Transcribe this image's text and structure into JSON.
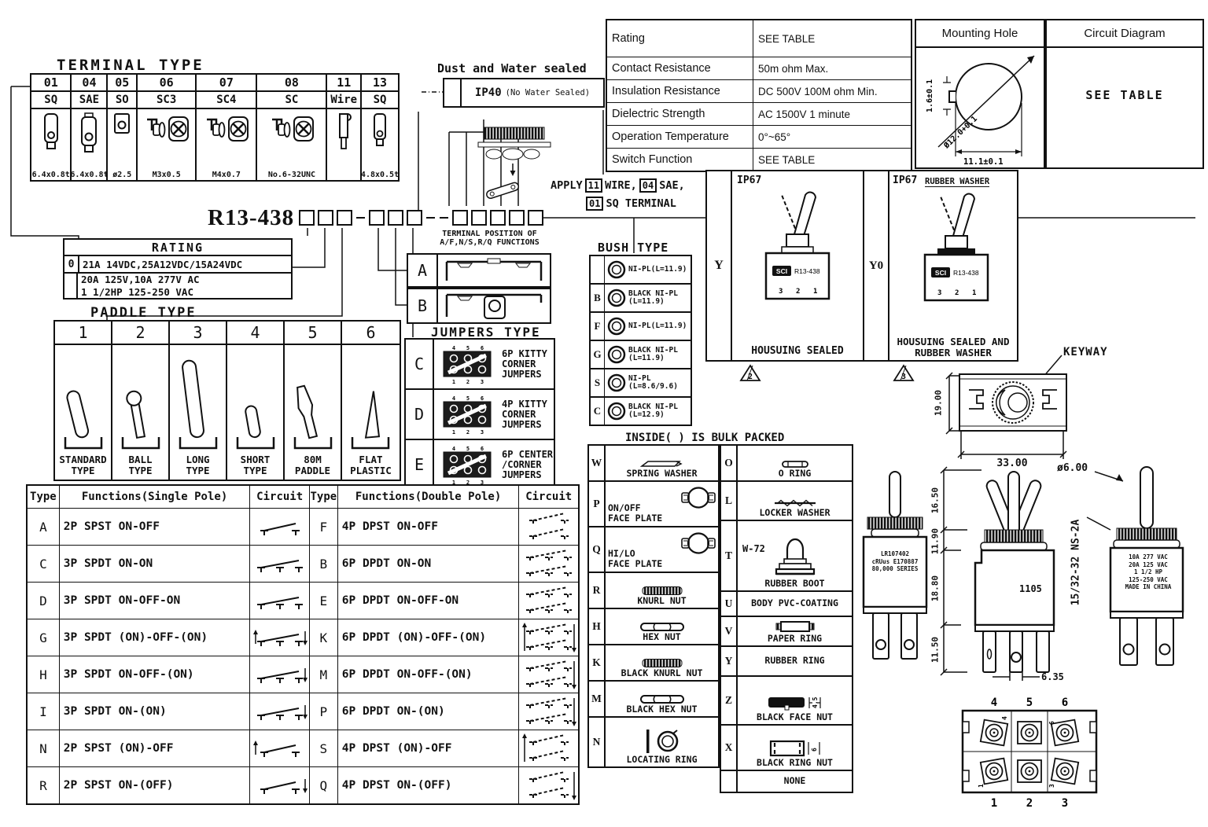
{
  "terminal_type": {
    "title": "TERMINAL TYPE",
    "columns": [
      {
        "code": "01",
        "name": "SQ",
        "dim": "6.4x0.8t",
        "icon": "blade"
      },
      {
        "code": "04",
        "name": "SAE",
        "dim": "6.4x0.8t",
        "icon": "blade-notch"
      },
      {
        "code": "05",
        "name": "SO",
        "dim": "ø2.5",
        "icon": "lug"
      },
      {
        "code": "06",
        "name": "SC3",
        "dim": "M3x0.5",
        "icon": "screw"
      },
      {
        "code": "07",
        "name": "SC4",
        "dim": "M4x0.7",
        "icon": "screw"
      },
      {
        "code": "08",
        "name": "SC",
        "dim": "No.6-32UNC",
        "icon": "screw"
      },
      {
        "code": "11",
        "name": "Wire",
        "dim": "",
        "icon": "wire"
      },
      {
        "code": "13",
        "name": "SQ",
        "dim": "4.8x0.5t",
        "icon": "blade-small"
      }
    ]
  },
  "sealed_header": {
    "title": "Dust and Water sealed",
    "ip_label": "IP40",
    "ip_note": "(No Water Sealed)"
  },
  "apply_note": {
    "prefix": "APPLY",
    "code1": "11",
    "text1": "WIRE,",
    "code2": "04",
    "text2": "SAE,",
    "code3": "01",
    "text3": "SQ TERMINAL"
  },
  "spec_table": {
    "rows": [
      {
        "label": "Rating",
        "value": "SEE TABLE"
      },
      {
        "label": "Contact Resistance",
        "value": "50m ohm Max."
      },
      {
        "label": "Insulation Resistance",
        "value": "DC 500V 100M ohm Min."
      },
      {
        "label": "Dielectric Strength",
        "value": "AC 1500V 1 minute"
      },
      {
        "label": "Operation Temperature",
        "value": "0°~65°"
      },
      {
        "label": "Switch Function",
        "value": "SEE TABLE"
      }
    ]
  },
  "mounting_hole": {
    "title": "Mounting Hole",
    "dim_notch": "1.6±0.1",
    "dim_dia": "Ø12.0+0.1",
    "dim_width": "11.1±0.1"
  },
  "circuit_diagram": {
    "title": "Circuit Diagram",
    "value": "SEE TABLE"
  },
  "part_number": {
    "prefix": "R13-438"
  },
  "rating_box": {
    "title": "RATING",
    "code": "0",
    "line1": "21A 14VDC,25A12VDC/15A24VDC",
    "line2": "20A 125V,10A 277V AC",
    "line3": "1 1/2HP 125-250 VAC"
  },
  "paddle_type": {
    "title": "PADDLE TYPE",
    "items": [
      {
        "num": "1",
        "label": "STANDARD\nTYPE"
      },
      {
        "num": "2",
        "label": "BALL\nTYPE"
      },
      {
        "num": "3",
        "label": "LONG\nTYPE"
      },
      {
        "num": "4",
        "label": "SHORT\nTYPE"
      },
      {
        "num": "5",
        "label": "80M\nPADDLE"
      },
      {
        "num": "6",
        "label": "FLAT\nPLASTIC"
      }
    ]
  },
  "terminal_position": {
    "title1": "TERMINAL POSITION OF",
    "title2": "A/F,N/S,R/Q FUNCTIONS",
    "rows": [
      "A",
      "B"
    ]
  },
  "jumpers": {
    "title": "JUMPERS TYPE",
    "pins_top": "4 5 6",
    "pins_bottom": "1 2 3",
    "items": [
      {
        "code": "C",
        "label": "6P KITTY\nCORNER\nJUMPERS"
      },
      {
        "code": "D",
        "label": "4P KITTY\nCORNER\nJUMPERS"
      },
      {
        "code": "E",
        "label": "6P CENTER\n/CORNER\nJUMPERS"
      }
    ]
  },
  "bush_type": {
    "title": "BUSH TYPE",
    "rows": [
      {
        "code": "",
        "label": "NI-PL(L=11.9)"
      },
      {
        "code": "B",
        "label": "BLACK NI-PL\n(L=11.9)"
      },
      {
        "code": "F",
        "label": "NI-PL(L=11.9)"
      },
      {
        "code": "G",
        "label": "BLACK NI-PL\n(L=11.9)"
      },
      {
        "code": "S",
        "label": "NI-PL\n(L=8.6/9.6)"
      },
      {
        "code": "C",
        "label": "BLACK NI-PL\n(L=12.9)"
      }
    ]
  },
  "sealed_panels": {
    "left": {
      "code": "Y",
      "ip": "IP67",
      "brand": "SCI",
      "model": "R13-438",
      "terminals": [
        "3",
        "2",
        "1"
      ],
      "caption": "HOUSUING SEALED",
      "note": "2"
    },
    "right": {
      "code": "Y0",
      "ip": "IP67",
      "washer_label": "RUBBER WASHER",
      "brand": "SCI",
      "model": "R13-438",
      "terminals": [
        "3",
        "2",
        "1"
      ],
      "caption": "HOUSUING SEALED\nAND RUBBER WASHER",
      "note": "3"
    }
  },
  "keyway": {
    "label": "KEYWAY",
    "dim_w": "33.00",
    "dim_h": "19.00"
  },
  "functions_single": {
    "headers": [
      "Type",
      "Functions(Single Pole)",
      "Circuit"
    ],
    "rows": [
      {
        "type": "A",
        "func": "2P SPST ON-OFF"
      },
      {
        "type": "C",
        "func": "3P SPDT ON-ON"
      },
      {
        "type": "D",
        "func": "3P SPDT ON-OFF-ON"
      },
      {
        "type": "G",
        "func": "3P SPDT (ON)-OFF-(ON)"
      },
      {
        "type": "H",
        "func": "3P SPDT ON-OFF-(ON)"
      },
      {
        "type": "I",
        "func": "3P SPDT ON-(ON)"
      },
      {
        "type": "N",
        "func": "2P SPST (ON)-OFF"
      },
      {
        "type": "R",
        "func": "2P SPST ON-(OFF)"
      }
    ]
  },
  "functions_double": {
    "headers": [
      "Type",
      "Functions(Double Pole)",
      "Circuit"
    ],
    "rows": [
      {
        "type": "F",
        "func": "4P DPST ON-OFF"
      },
      {
        "type": "B",
        "func": "6P DPDT ON-ON"
      },
      {
        "type": "E",
        "func": "6P DPDT ON-OFF-ON"
      },
      {
        "type": "K",
        "func": "6P DPDT (ON)-OFF-(ON)"
      },
      {
        "type": "M",
        "func": "6P DPDT ON-OFF-(ON)"
      },
      {
        "type": "P",
        "func": "6P DPDT ON-(ON)"
      },
      {
        "type": "S",
        "func": "4P DPST (ON)-OFF"
      },
      {
        "type": "Q",
        "func": "4P DPST ON-(OFF)"
      }
    ]
  },
  "accessories": {
    "header": "INSIDE( ) IS BULK PACKED",
    "left": [
      {
        "code": "W",
        "label": "SPRING WASHER",
        "icon": "spring-washer"
      },
      {
        "code": "P",
        "label": "ON/OFF\nFACE PLATE",
        "icon": "face-plate"
      },
      {
        "code": "Q",
        "label": "HI/LO\nFACE PLATE",
        "icon": "face-plate"
      },
      {
        "code": "R",
        "label": "KNURL NUT",
        "icon": "knurl-nut"
      },
      {
        "code": "H",
        "label": "HEX NUT",
        "icon": "hex-nut"
      },
      {
        "code": "K",
        "label": "BLACK KNURL NUT",
        "icon": "knurl-nut"
      },
      {
        "code": "M",
        "label": "BLACK HEX NUT",
        "icon": "hex-nut"
      },
      {
        "code": "N",
        "label": "LOCATING  RING",
        "icon": "locating-ring"
      }
    ],
    "right": [
      {
        "code": "O",
        "label": "O RING",
        "icon": "o-ring"
      },
      {
        "code": "L",
        "label": "LOCKER WASHER",
        "icon": "locker-washer"
      },
      {
        "code": "T",
        "label": "RUBBER BOOT",
        "pre": "W-72",
        "icon": "rubber-boot"
      },
      {
        "code": "U",
        "label": "BODY PVC-COATING",
        "icon": ""
      },
      {
        "code": "V",
        "label": "PAPER RING",
        "icon": "paper-ring"
      },
      {
        "code": "Y",
        "label": "RUBBER RING",
        "icon": ""
      },
      {
        "code": "Z",
        "label": "BLACK FACE NUT",
        "icon": "black-face-nut",
        "dim": "4.5"
      },
      {
        "code": "X",
        "label": "BLACK RING NUT",
        "icon": "black-ring-nut",
        "dim": "6"
      },
      {
        "code": "",
        "label": "NONE",
        "icon": ""
      }
    ]
  },
  "dimensions": {
    "d1": "16.50",
    "d2": "11.90",
    "d3": "18.80",
    "d4": "11.50",
    "d_base": "6.35",
    "toggle_dia": "ø6.00",
    "thread": "15/32-32 NS-2A",
    "body_code": "1105",
    "front_label": [
      "LR107402",
      "cRUus E170887",
      "80,000 SERIES"
    ],
    "right_label": [
      "10A 277 VAC",
      "20A 125 VAC",
      "1 1/2 HP",
      "125-250 VAC",
      "MADE IN CHINA"
    ]
  },
  "bottom_view": {
    "top_nums": [
      "4",
      "5",
      "6"
    ],
    "bottom_nums": [
      "1",
      "2",
      "3"
    ]
  }
}
